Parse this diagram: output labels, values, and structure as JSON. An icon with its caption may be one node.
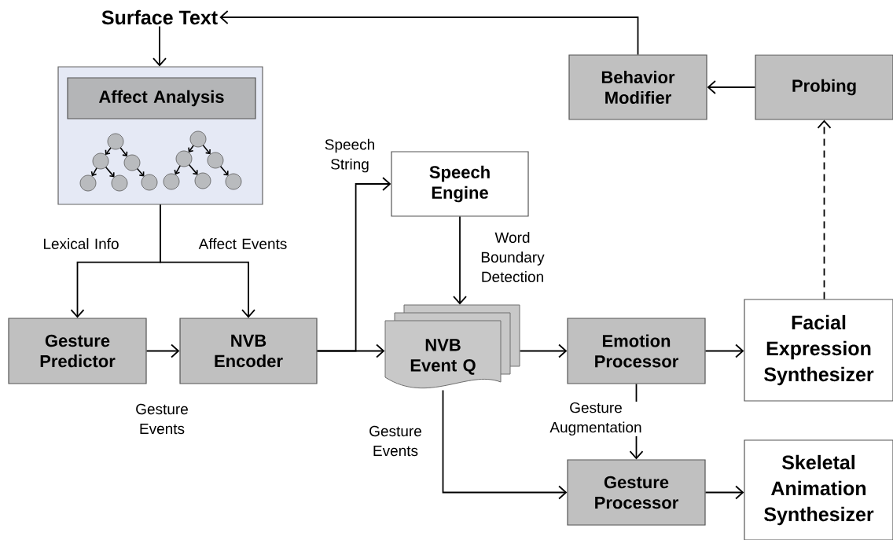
{
  "diagram": {
    "nodes": [
      {
        "text": [
          "Surface Text"
        ]
      },
      {
        "text": [],
        "shape": "box"
      },
      {
        "text": [
          "Affect Analysis"
        ],
        "in": 1
      },
      {
        "text": [
          "Gesture Predictor"
        ]
      },
      {
        "text": [
          "NVB Encoder"
        ]
      },
      {
        "text": [
          "Speech Engine"
        ]
      },
      {
        "text": [
          "NVB Event Q"
        ]
      },
      {
        "text": [
          "Emotion Processor"
        ]
      },
      {
        "text": [
          "Facial Expression Synthesizer"
        ]
      },
      {
        "text": [
          "Gesture Processor"
        ]
      },
      {
        "text": [
          "Skeletal Animation Synthesizer"
        ]
      },
      {
        "text": [
          "Behavior Modifier"
        ]
      },
      {
        "text": [
          "Probing"
        ]
      }
    ],
    "edges": [
      {
        "from": 0,
        "to": 1,
        "arrow": "to"
      },
      {
        "from": 1,
        "to": 3,
        "arrow": "to",
        "label": "Lexical Info"
      },
      {
        "from": 1,
        "to": 4,
        "arrow": "to",
        "label": "Affect Events"
      },
      {
        "from": 3,
        "to": 4,
        "arrow": "to",
        "label": "Gesture Events"
      },
      {
        "from": 4,
        "to": 6,
        "arrow": "to"
      },
      {
        "from": 4,
        "to": 5,
        "arrow": "to",
        "label": "Speech String"
      },
      {
        "from": 5,
        "to": 6,
        "arrow": "to",
        "label": "Word Boundary Detection"
      },
      {
        "from": 6,
        "to": 7,
        "arrow": "to"
      },
      {
        "from": 7,
        "to": 8,
        "arrow": "to"
      },
      {
        "from": 7,
        "to": 9,
        "arrow": "to",
        "label": "Gesture Augmentation"
      },
      {
        "from": 6,
        "to": 9,
        "arrow": "to",
        "label": "Gesture Events"
      },
      {
        "from": 9,
        "to": 10,
        "arrow": "to"
      },
      {
        "from": 8,
        "to": 12,
        "arrow": "to",
        "style": "dashed"
      },
      {
        "from": 12,
        "to": 11,
        "arrow": "to"
      },
      {
        "from": 11,
        "to": 0,
        "arrow": "to"
      }
    ]
  }
}
